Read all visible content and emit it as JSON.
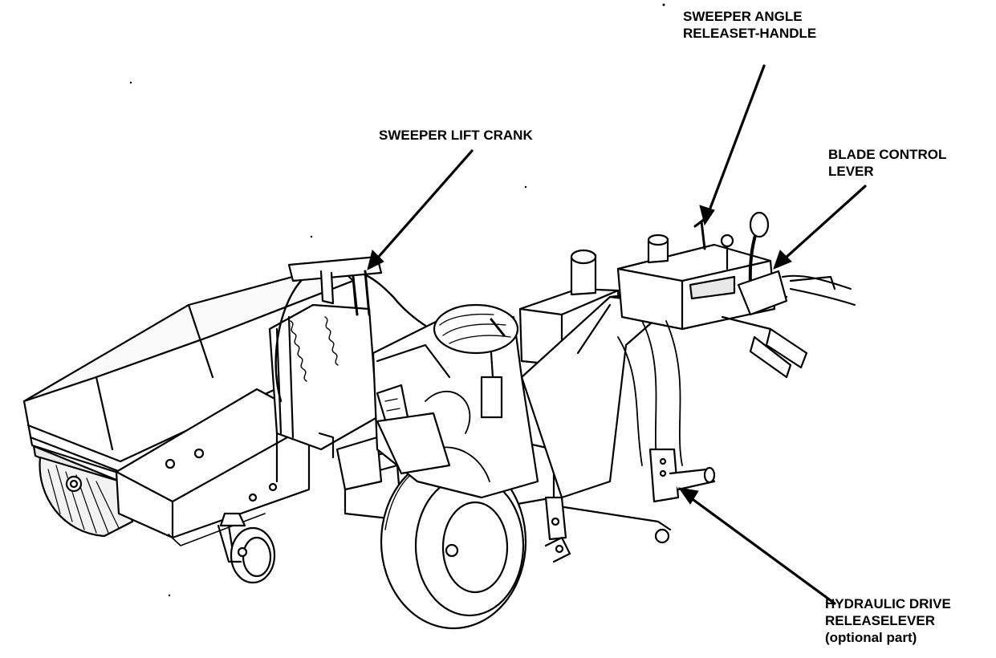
{
  "labels": {
    "sweeper_angle": {
      "line1": "SWEEPER ANGLE",
      "line2": "RELEASET-HANDLE"
    },
    "sweeper_lift": {
      "line1": "SWEEPER LIFT CRANK"
    },
    "blade_control": {
      "line1": "BLADE CONTROL",
      "line2": "LEVER"
    },
    "hydraulic_drive": {
      "line1": "HYDRAULIC DRIVE",
      "line2": "RELEASELEVER",
      "line3": "(optional part)"
    }
  },
  "colors": {
    "ink": "#000000",
    "paper": "#ffffff",
    "shade": "#e8e8e8"
  }
}
